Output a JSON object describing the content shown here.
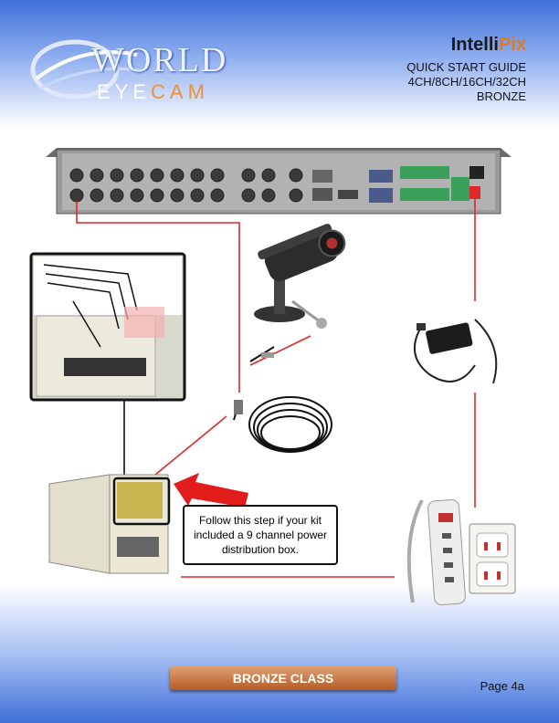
{
  "header": {
    "logo_top": "WORLD",
    "logo_bottom_a": "EYE",
    "logo_bottom_b": "CAM",
    "brand_a": "Intelli",
    "brand_b": "Pix",
    "lines": [
      "QUICK START GUIDE",
      "4CH/8CH/16CH/32CH",
      "BRONZE"
    ]
  },
  "callout": "Follow this step if your kit included a 9 channel power distribution box.",
  "footer": {
    "badge": "BRONZE CLASS",
    "page": "Page 4a"
  },
  "colors": {
    "cable": "#e0282a",
    "box": "#111111",
    "arrow": "#e21b1b",
    "badge": "#c06a34"
  },
  "icons": [
    "dvr-back-panel",
    "security-camera",
    "power-adapter",
    "power-distribution-box",
    "bnc-cable",
    "power-strip",
    "wall-outlet",
    "red-arrow"
  ]
}
